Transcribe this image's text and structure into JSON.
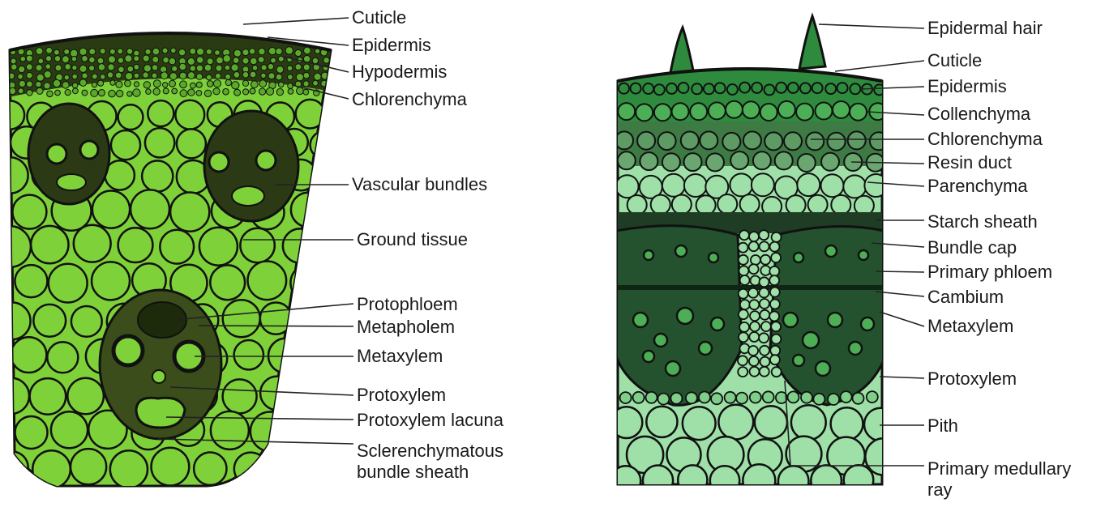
{
  "colors": {
    "monocot_fill": "#7fd13a",
    "monocot_dark": "#5aa92a",
    "dicot_dark": "#2e8b3e",
    "dicot_mid": "#4caf55",
    "dicot_light": "#9ee0a8",
    "outline": "#111111"
  },
  "monocot": {
    "labels": [
      "Cuticle",
      "Epidermis",
      "Hypodermis",
      "Chlorenchyma",
      "Vascular bundles",
      "Ground tissue",
      "Protophloem",
      "Metapholem",
      "Metaxylem",
      "Protoxylem",
      "Protoxylem lacuna",
      "Sclerenchymatous bundle sheath"
    ]
  },
  "dicot": {
    "labels": [
      "Epidermal hair",
      "Cuticle",
      "Epidermis",
      "Collenchyma",
      "Chlorenchyma",
      "Resin duct",
      "Parenchyma",
      "Starch sheath",
      "Bundle cap",
      "Primary phloem",
      "Cambium",
      "Metaxylem",
      "Protoxylem",
      "Pith",
      "Primary medullary ray"
    ]
  }
}
